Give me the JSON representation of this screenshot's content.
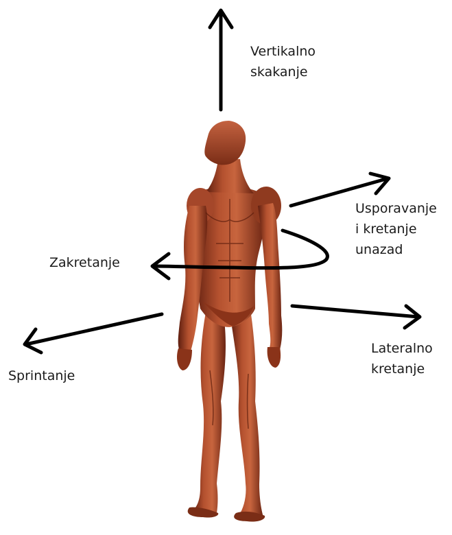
{
  "labels": {
    "vertical": [
      "Vertikalno",
      "skakanje"
    ],
    "deceleration": [
      "Usporavanje",
      "i kretanje",
      "unazad"
    ],
    "turning": [
      "Zakretanje"
    ],
    "lateral": [
      "Lateralno",
      "kretanje"
    ],
    "sprint": [
      "Sprintanje"
    ]
  },
  "colors": {
    "arrow": "#000000",
    "skin": "#9a3d22",
    "skin_light": "#c8653e",
    "skin_dark": "#5e1e0f",
    "text": "#1a1a1a"
  }
}
